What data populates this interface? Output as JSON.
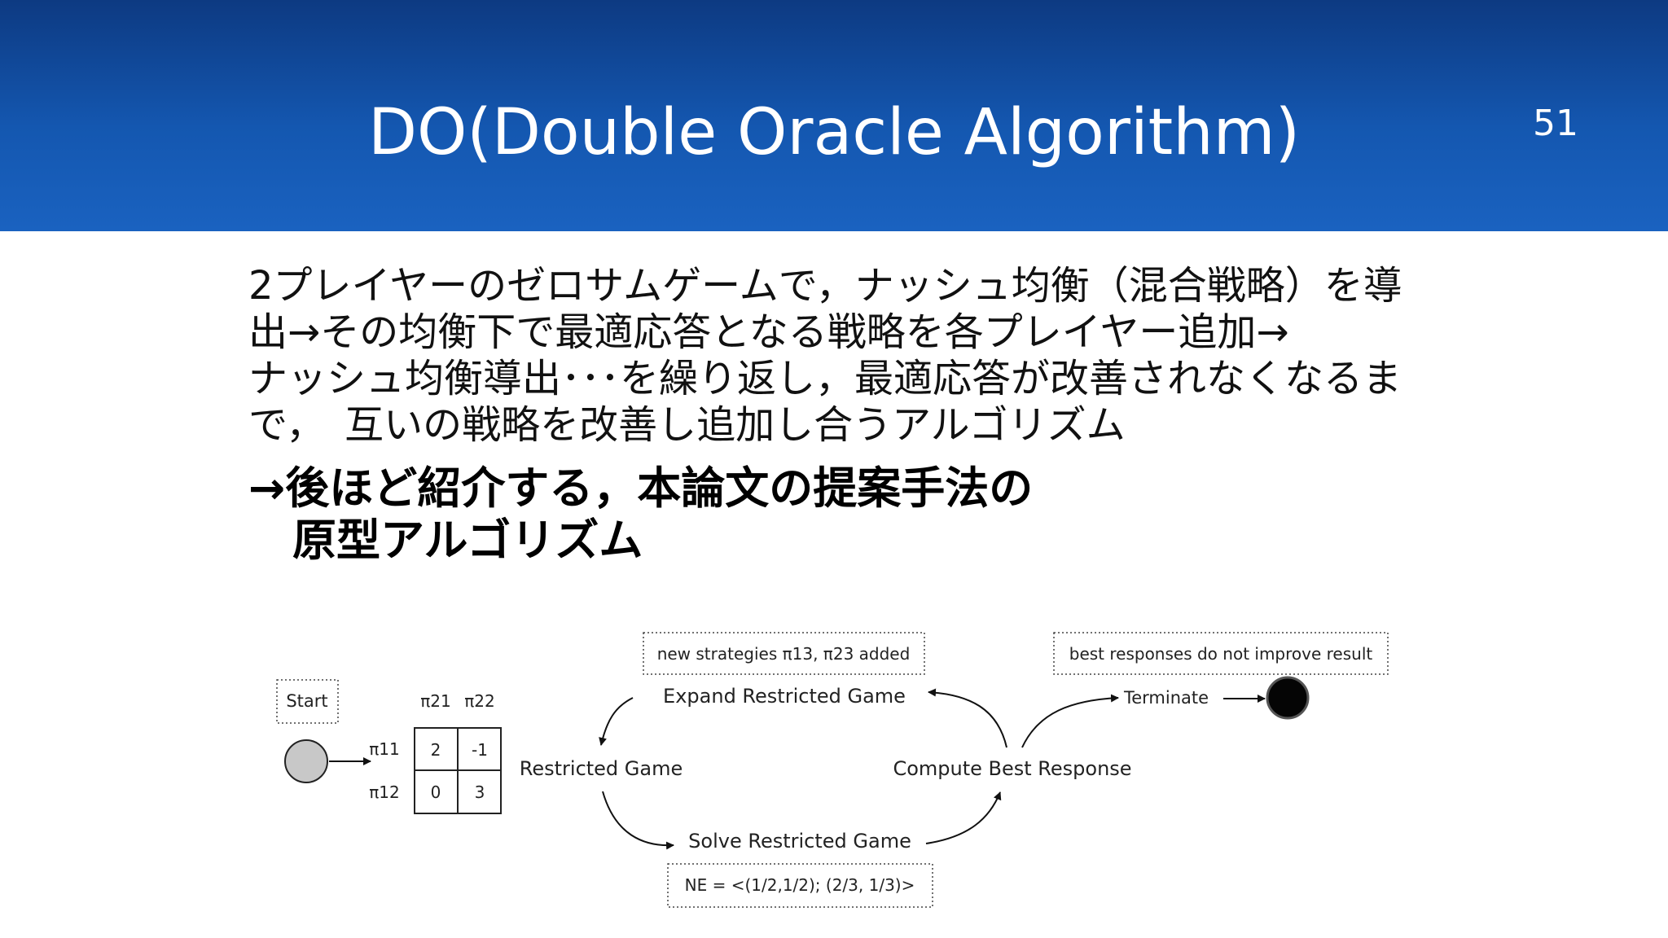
{
  "slide": {
    "title": "DO(Double Oracle Algorithm)",
    "page_number": "51"
  },
  "body": {
    "paragraph_lines": [
      "2プレイヤーのゼロサムゲームで，ナッシュ均衡（混合戦略）を導",
      "出→その均衡下で最適応答となる戦略を各プレイヤー追加→",
      "ナッシュ均衡導出･･･を繰り返し，最適応答が改善されなくなるま",
      "で，　互いの戦略を改善し追加し合うアルゴリズム"
    ],
    "emphasis_lines": [
      "→後ほど紹介する，本論文の提案手法の",
      "　原型アルゴリズム"
    ]
  },
  "diagram": {
    "start_label": "Start",
    "col_headers": [
      "π21",
      "π22"
    ],
    "row_headers": [
      "π11",
      "π12"
    ],
    "payoffs": [
      [
        "2",
        "-1"
      ],
      [
        "0",
        "3"
      ]
    ],
    "nodes": {
      "restricted_game": "Restricted Game",
      "solve_restricted_game": "Solve Restricted Game",
      "compute_best_response": "Compute Best Response",
      "expand_restricted_game": "Expand Restricted Game",
      "terminate": "Terminate"
    },
    "notes": {
      "new_strategies": "new strategies π13, π23 added",
      "ne": "NE = <(1/2,1/2); (2/3, 1/3)>",
      "best_responses": "best responses do not improve result"
    }
  }
}
